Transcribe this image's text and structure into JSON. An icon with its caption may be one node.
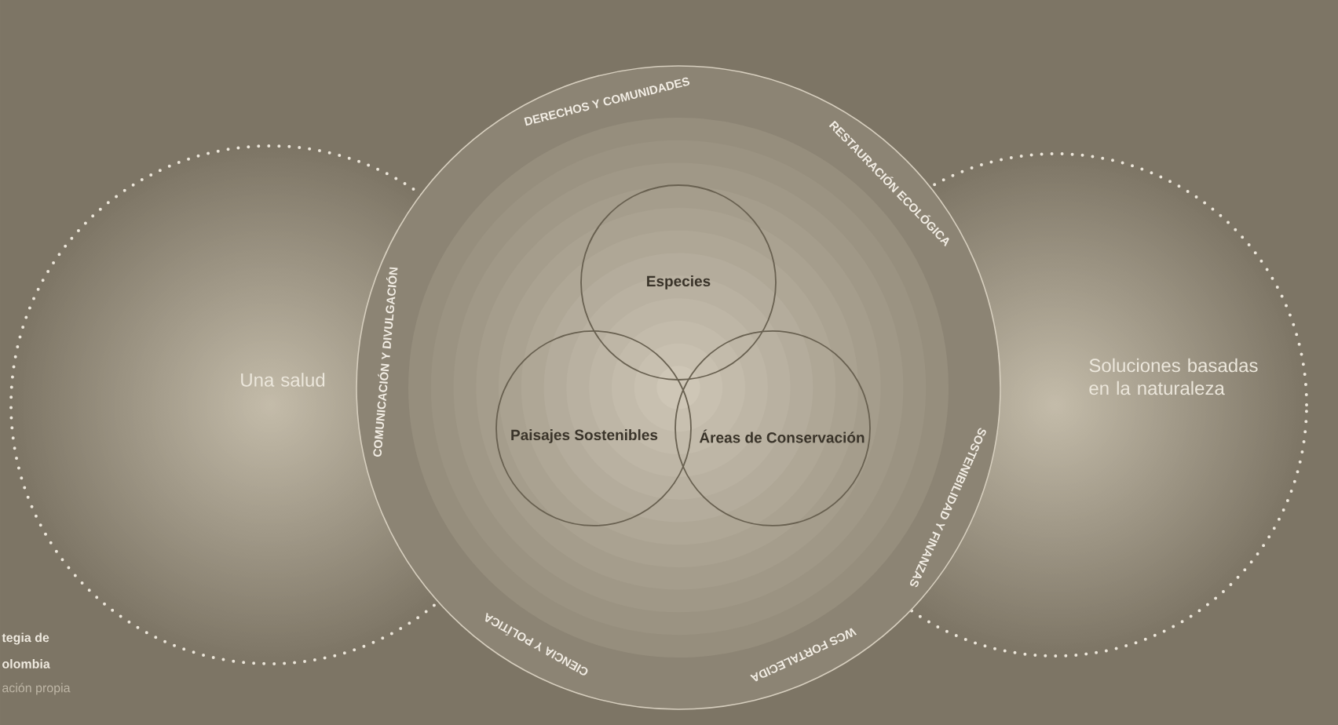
{
  "diagram": {
    "nodes": [
      {
        "text": [
          "Una salud"
        ]
      },
      {
        "text": [
          "DERECHOS Y COMUNIDADES",
          "RESTAURACIÓN ECOLÓGICA",
          "SOSTENIBILIDAD Y FINANZAS",
          "WCS FORTALECIDA",
          "CIENCIA Y POLÍTICA",
          "COMUNICACIÓN Y DIVULGACIÓN"
        ]
      },
      {
        "text": [
          "Especies"
        ],
        "in": 1
      },
      {
        "text": [
          "Paisajes Sostenibles"
        ],
        "in": 1
      },
      {
        "text": [
          "Áreas de Conservación"
        ],
        "in": 1
      },
      {
        "text": [
          "Soluciones basadas en la naturaleza"
        ]
      }
    ],
    "labels": [
      "tegia de",
      "olombia",
      "ación propia"
    ]
  }
}
